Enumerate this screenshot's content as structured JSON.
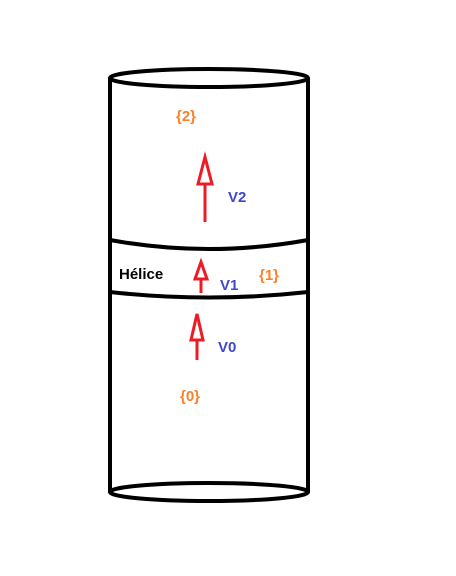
{
  "diagram": {
    "propeller_label": "Hélice",
    "stations": {
      "s0": "{0}",
      "s1": "{1}",
      "s2": "{2}"
    },
    "velocities": {
      "v0": "V0",
      "v1": "V1",
      "v2": "V2"
    },
    "colors": {
      "outline": "#000000",
      "station": "#ff7f27",
      "velocity": "#3f48cc",
      "arrow": "#ed1c24",
      "propeller_text": "#000000"
    }
  }
}
